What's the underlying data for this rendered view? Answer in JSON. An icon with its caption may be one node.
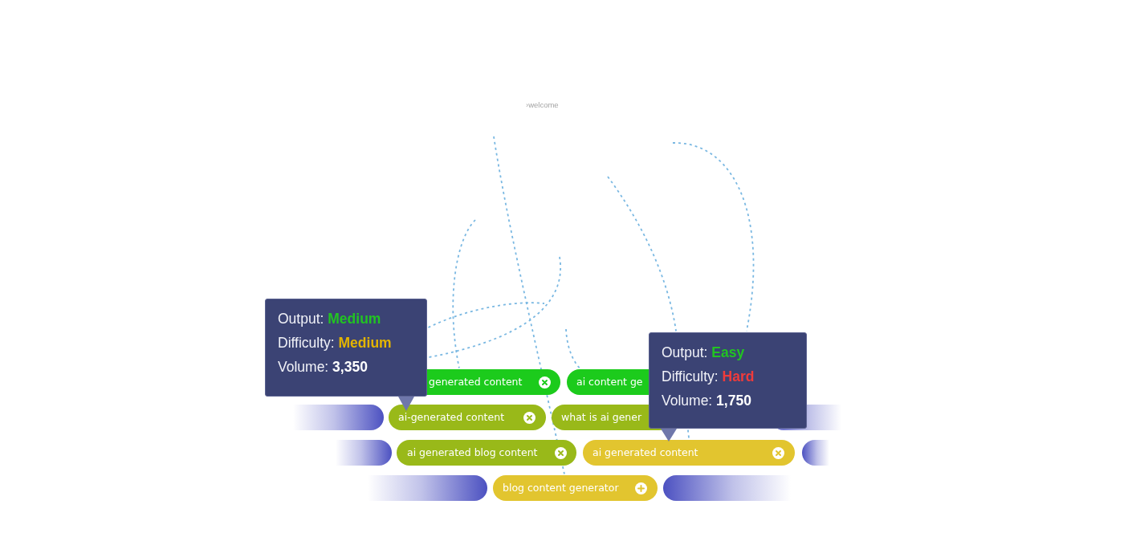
{
  "diagram": {
    "nodes": [
      {
        "text": [
          "Output: **Medium**",
          "Difficulty: **Medium**",
          "Volume: **3,350**"
        ]
      },
      {
        "text": [
          "Output: **Easy**",
          "Difficulty: **Hard**",
          "Volume: **1,750**"
        ]
      },
      {
        "text": [
          "generated content"
        ]
      },
      {
        "text": [
          "ai content ge"
        ]
      },
      {
        "text": [],
        "shape": "bar"
      },
      {
        "text": [
          "ai-generated content"
        ]
      },
      {
        "text": [
          "what is ai gener"
        ]
      },
      {
        "text": [],
        "shape": "bar"
      },
      {
        "text": [],
        "shape": "bar"
      },
      {
        "text": [
          "ai generated blog content"
        ]
      },
      {
        "text": [
          "ai generated content"
        ]
      },
      {
        "text": [],
        "shape": "bar"
      },
      {
        "text": [],
        "shape": "bar"
      },
      {
        "text": [
          "blog content generator"
        ]
      },
      {
        "text": [],
        "shape": "bar"
      }
    ],
    "edges": [
      {
        "from": null,
        "to": 13,
        "arrow": "none",
        "style": "dashed"
      },
      {
        "from": null,
        "to": 2,
        "arrow": "none",
        "style": "dashed"
      },
      {
        "from": null,
        "to": 0,
        "arrow": "none",
        "style": "dashed"
      },
      {
        "from": 0,
        "to": null,
        "arrow": "none",
        "style": "dashed"
      },
      {
        "from": null,
        "to": 3,
        "arrow": "none",
        "style": "dashed"
      },
      {
        "from": null,
        "to": 1,
        "arrow": "none",
        "style": "dashed"
      },
      {
        "from": null,
        "to": 1,
        "arrow": "none",
        "style": "dashed"
      },
      {
        "from": 1,
        "to": 10,
        "arrow": "none",
        "style": "dashed"
      }
    ],
    "labels": [
      "›welcome"
    ]
  }
}
